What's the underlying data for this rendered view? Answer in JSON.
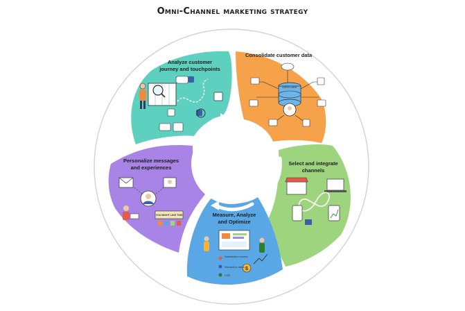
{
  "title": "Omni-Channel marketing strategy",
  "segments": [
    {
      "id": "analyze",
      "line1": "Analyze customer",
      "line2": "journey and touchpoints",
      "color": "#5ed0c0"
    },
    {
      "id": "consolidate",
      "line1": "Consolidate customer data",
      "line2": "",
      "color": "#f5a24a"
    },
    {
      "id": "select",
      "line1": "Select and integrate",
      "line2": "channels",
      "color": "#9fd47e"
    },
    {
      "id": "measure",
      "line1": "Measure, Analyze",
      "line2": "and Optimize",
      "color": "#5aa7e6"
    },
    {
      "id": "personalize",
      "line1": "Personalize messages",
      "line2": "and experiences",
      "color": "#a784e6"
    }
  ],
  "measure_legend": [
    {
      "label": "Satisfaction scores"
    },
    {
      "label": "Interaction rates"
    },
    {
      "label": "CSS"
    }
  ],
  "banner_text": "YOU MIGHT LIKE THIS",
  "db_label": "DATA LAKE"
}
